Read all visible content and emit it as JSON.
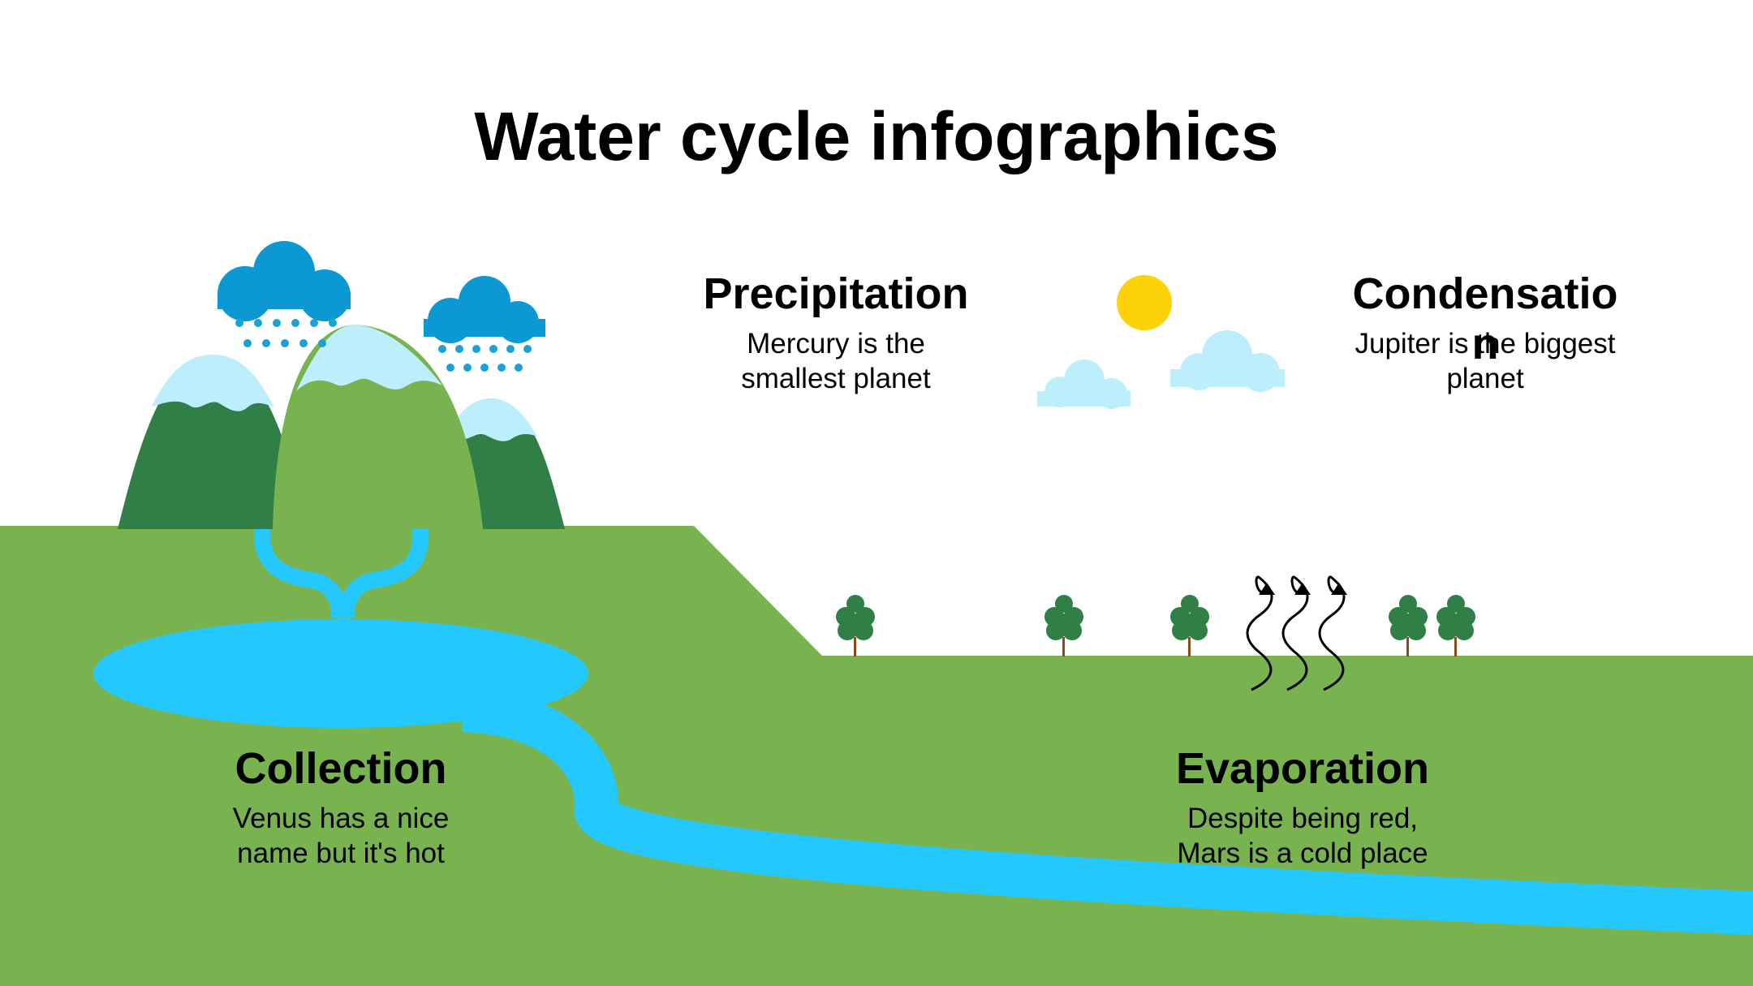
{
  "title": "Water cycle infographics",
  "stages": {
    "precipitation": {
      "heading": "Precipitation",
      "line1": "Mercury is the",
      "line2": "smallest planet"
    },
    "condensation": {
      "heading": "Condensatio",
      "overflow": "n",
      "line1": "Jupiter is the biggest",
      "line2": "planet"
    },
    "collection": {
      "heading": "Collection",
      "line1": "Venus has a nice",
      "line2": "name but it's hot"
    },
    "evaporation": {
      "heading": "Evaporation",
      "line1": "Despite being red,",
      "line2": "Mars is a cold place"
    }
  },
  "colors": {
    "ground": "#78b350",
    "water": "#25c8fd",
    "mountain_dark": "#2f7f47",
    "mountain_light": "#78b350",
    "snow": "#bdeefc",
    "rain_cloud": "#0b98d3",
    "rain_drop": "#1aa1d8",
    "sun": "#fdd20a",
    "light_cloud": "#bdeefc",
    "tree": "#2f7f47",
    "trunk": "#8b4a1d",
    "arrow": "#000000"
  },
  "icons": [
    "rain-cloud-icon",
    "sun-icon",
    "cloud-icon",
    "tree-icon",
    "evaporation-arrow-icon"
  ]
}
